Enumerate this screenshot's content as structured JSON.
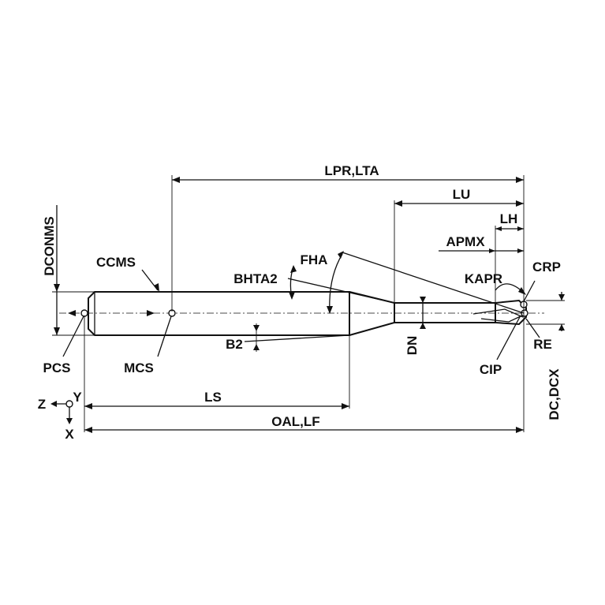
{
  "labels": {
    "lpr_lta": "LPR,LTA",
    "lu": "LU",
    "lh": "LH",
    "apmx": "APMX",
    "crp": "CRP",
    "kapr": "KAPR",
    "dconms": "DCONMS",
    "ccms": "CCMS",
    "fha": "FHA",
    "bhta2": "BHTA2",
    "b2": "B2",
    "dn": "DN",
    "re": "RE",
    "cip": "CIP",
    "pcs": "PCS",
    "mcs": "MCS",
    "ls": "LS",
    "oal_lf": "OAL,LF",
    "dc_dcx": "DC,DCX",
    "axis_z": "Z",
    "axis_y": "Y",
    "axis_x": "X"
  }
}
